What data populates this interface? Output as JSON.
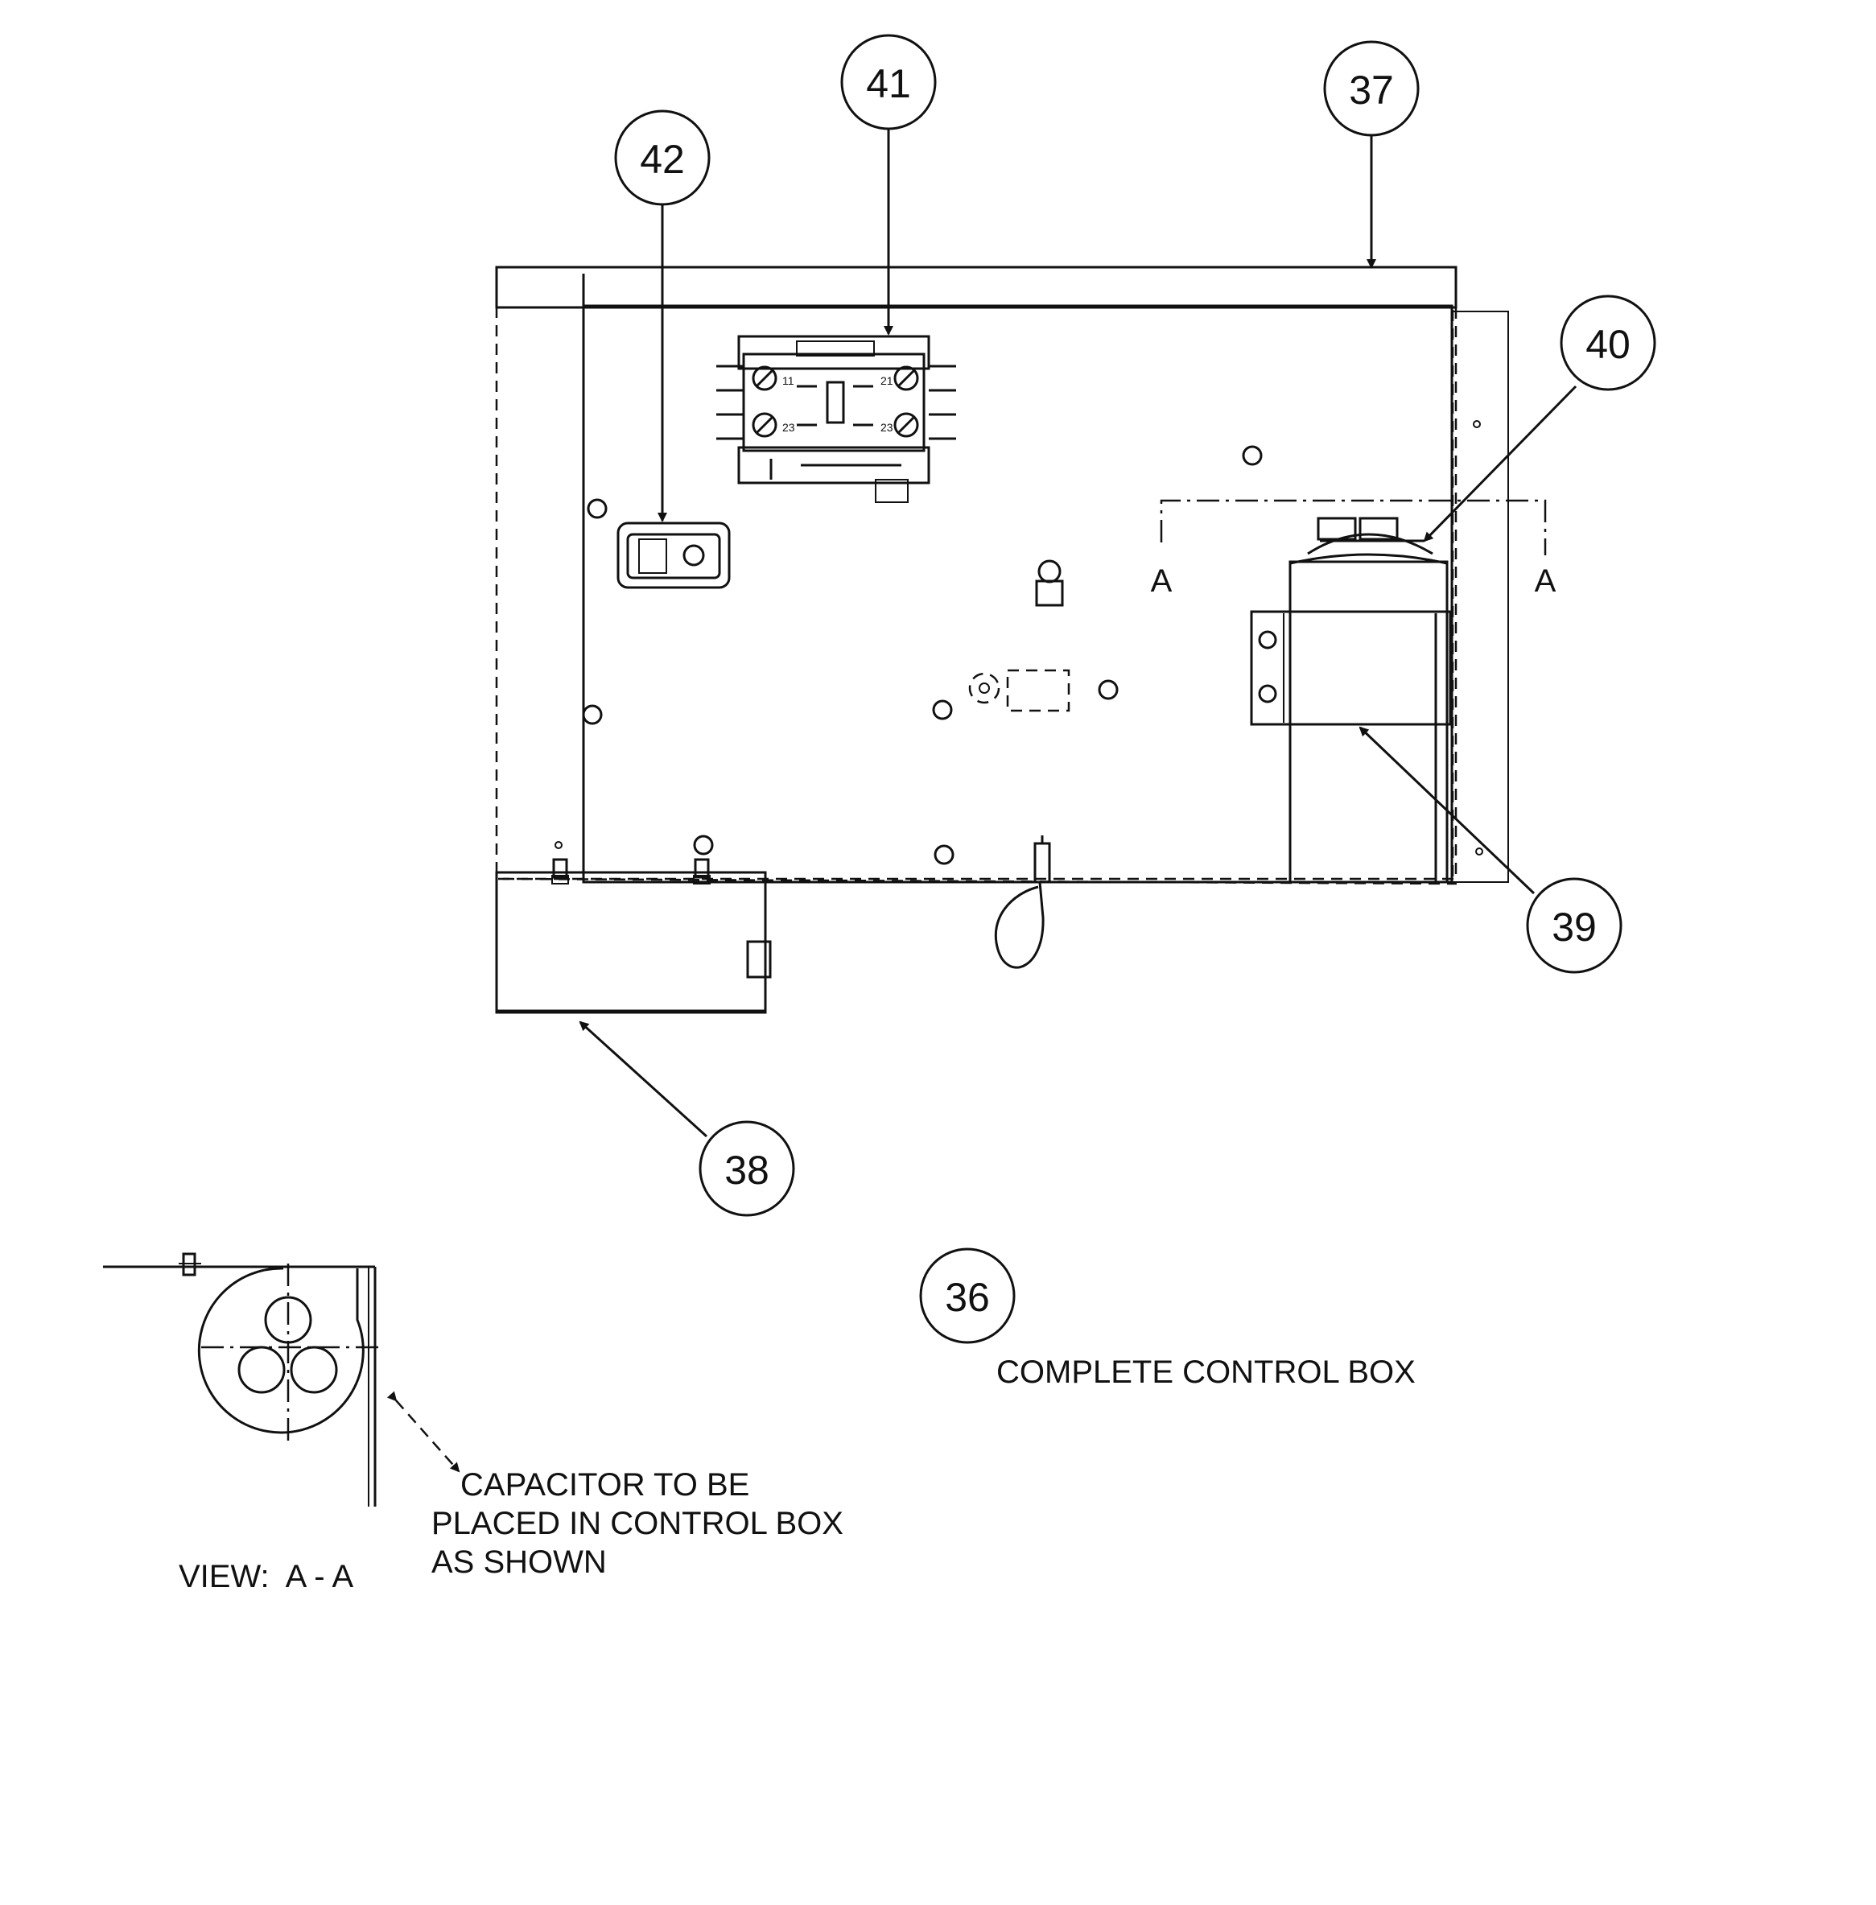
{
  "callouts": [
    {
      "id": "36",
      "label": "36"
    },
    {
      "id": "37",
      "label": "37"
    },
    {
      "id": "38",
      "label": "38"
    },
    {
      "id": "39",
      "label": "39"
    },
    {
      "id": "40",
      "label": "40"
    },
    {
      "id": "41",
      "label": "41"
    },
    {
      "id": "42",
      "label": "42"
    }
  ],
  "section_markers": {
    "left": "A",
    "right": "A"
  },
  "title": "COMPLETE CONTROL BOX",
  "view_label": "VIEW:  A - A",
  "note_lines": [
    "CAPACITOR TO BE",
    "PLACED IN CONTROL BOX",
    "AS SHOWN"
  ],
  "contactor_terminals": [
    "11",
    "21",
    "23",
    "23"
  ]
}
